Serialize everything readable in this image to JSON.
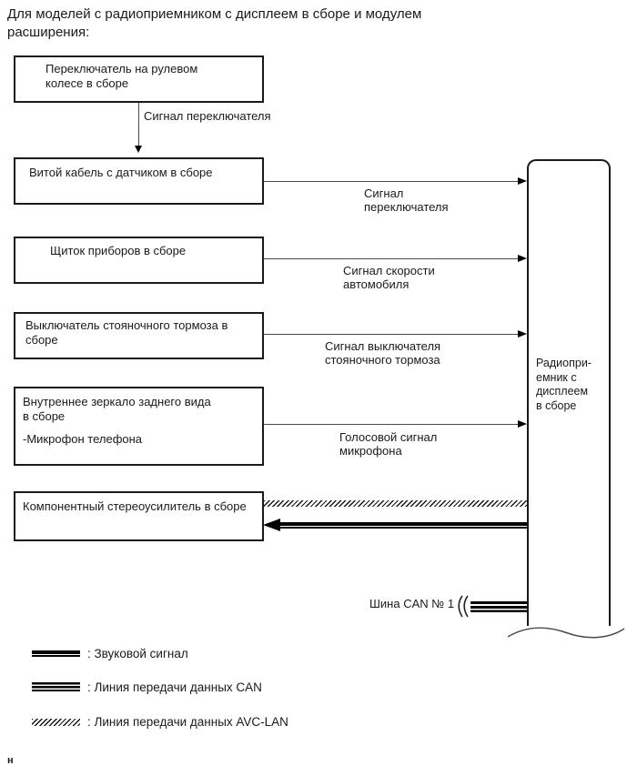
{
  "header": {
    "title_lines": [
      "Для моделей с радиоприемником с дисплеем в сборе и модулем",
      "расширения:"
    ]
  },
  "diagram": {
    "boxes": [
      {
        "id": "steering-wheel-switch",
        "lines": [
          "Переключатель на рулевом",
          "колесе в сборе"
        ]
      },
      {
        "id": "spiral-cable-sensor",
        "lines": [
          "Витой кабель с датчиком в сборе"
        ]
      },
      {
        "id": "instrument-cluster",
        "lines": [
          "Щиток приборов в сборе"
        ]
      },
      {
        "id": "parking-brake-switch",
        "lines": [
          "Выключатель стояночного тормоза в",
          "сборе"
        ]
      },
      {
        "id": "inner-rear-view-mirror",
        "lines": [
          "Внутреннее зеркало заднего вида",
          "в сборе"
        ],
        "sub_line": "-Микрофон телефона"
      },
      {
        "id": "component-stereo-amplifier",
        "lines": [
          "Компонентный стереоусилитель в сборе"
        ]
      }
    ],
    "radio_unit": {
      "lines": [
        "Радиопри-",
        "емник с",
        "дисплеем",
        "в сборе"
      ]
    },
    "signal_labels": {
      "switch_vertical": "Сигнал переключателя",
      "switch": [
        "Сигнал",
        "переключателя"
      ],
      "speed": [
        "Сигнал скорости",
        "автомобиля"
      ],
      "parking_brake": [
        "Сигнал выключателя",
        "стояночного тормоза"
      ],
      "microphone": [
        "Голосовой сигнал",
        "микрофона"
      ],
      "can_bus": "Шина CAN № 1"
    }
  },
  "legend": {
    "items": [
      {
        "style": "audio",
        "label": ": Звуковой сигнал"
      },
      {
        "style": "can",
        "label": ": Линия передачи данных CAN"
      },
      {
        "style": "avc_lan",
        "label": ": Линия передачи данных AVC-LAN"
      }
    ]
  },
  "footer": {
    "mark": "н"
  }
}
